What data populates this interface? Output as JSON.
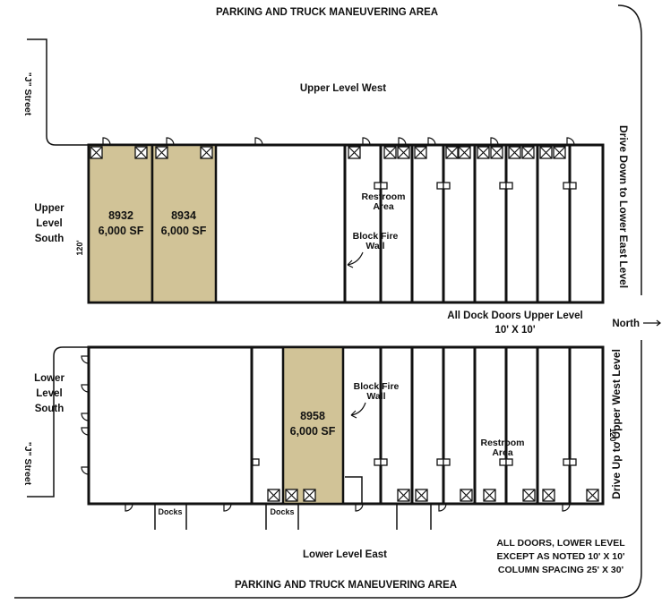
{
  "labels": {
    "top_area": "PARKING AND TRUCK MANEUVERING AREA",
    "bottom_area": "PARKING AND TRUCK MANEUVERING AREA",
    "upper_west": "Upper Level West",
    "j_street_top": "\"J\" Street",
    "j_street_bottom": "\"J\" Street",
    "upper_south_1": "Upper",
    "upper_south_2": "Level",
    "upper_south_3": "South",
    "lower_south_1": "Lower",
    "lower_south_2": "Level",
    "lower_south_3": "South",
    "drive_down": "Drive Down to Lower East Level",
    "drive_up": "Drive Up to Upper West Level",
    "dock_doors_1": "All Dock Doors Upper Level",
    "dock_doors_2": "10' X 10'",
    "north": "North",
    "upper_120": "120'",
    "lower_120": "120'",
    "restroom_upper_1": "Restroom",
    "restroom_upper_2": "Area",
    "restroom_lower_1": "Restroom",
    "restroom_lower_2": "Area",
    "fire_upper_1": "Block Fire",
    "fire_upper_2": "Wall",
    "fire_lower_1": "Block Fire",
    "fire_lower_2": "Wall",
    "docks_1": "Docks",
    "docks_2": "Docks",
    "lower_east": "Lower Level East",
    "notes_1": "ALL DOORS, LOWER LEVEL",
    "notes_2": "EXCEPT AS NOTED 10' X 10'",
    "notes_3": "COLUMN SPACING 25' X 30'"
  },
  "units": [
    {
      "id": "8932",
      "area": "6,000 SF"
    },
    {
      "id": "8934",
      "area": "6,000 SF"
    },
    {
      "id": "8958",
      "area": "6,000 SF"
    }
  ],
  "colors": {
    "available": "#d1c397",
    "line": "#111111"
  }
}
